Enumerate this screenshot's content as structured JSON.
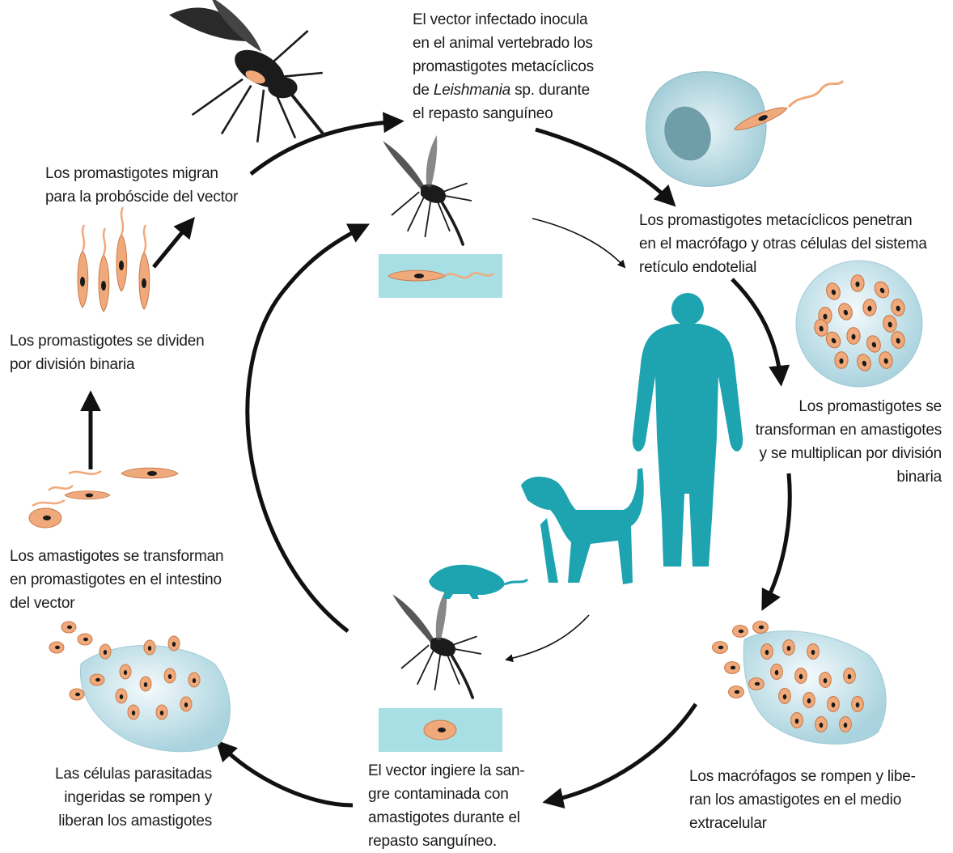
{
  "colors": {
    "parasite": "#f0a97a",
    "parasite_edge": "#c97a4c",
    "nucleus": "#1a1a1a",
    "host_silhouette": "#1ea3b0",
    "smear_panel": "#a8dfe5",
    "macrophage": "#c7e3ea",
    "arrow": "#111111"
  },
  "captions": {
    "vector_inoculates": {
      "line1": "El vector infectado inocula",
      "line2": "en el animal vertebrado los",
      "line3": "promastigotes metacíclicos",
      "line4_pre": "de ",
      "line4_italic": "Leishmania",
      "line4_post": " sp. durante",
      "line5": "el repasto sanguíneo"
    },
    "penetrate_macrophage": {
      "line1": "Los promastigotes metacíclicos penetran",
      "line2": "en el macrófago y otras células del sistema",
      "line3": "retículo endotelial"
    },
    "transform_amastigotes": {
      "line1": "Los promastigotes se",
      "line2": "transforman en amastigotes",
      "line3": "y se multiplican por división",
      "line4": "binaria"
    },
    "macrophages_rupture": {
      "line1": "Los macrófagos se rompen y libe-",
      "line2": "ran los amastigotes en el medio",
      "line3": "extracelular"
    },
    "vector_ingests": {
      "line1": "El vector ingiere la san-",
      "line2": "gre contaminada con",
      "line3": "amastigotes durante el",
      "line4": "repasto sanguíneo."
    },
    "cells_rupture": {
      "line1": "Las células parasitadas",
      "line2": "ingeridas se rompen y",
      "line3": "liberan los amastigotes"
    },
    "amastigotes_transform": {
      "line1": "Los amastigotes se transforman",
      "line2": "en promastigotes en el intestino",
      "line3": "del vector"
    },
    "promastigotes_divide": {
      "line1": "Los promastigotes se dividen",
      "line2": "por división binaria"
    },
    "promastigotes_migrate": {
      "line1": "Los promastigotes migran",
      "line2": "para la probóscide del vector"
    }
  }
}
